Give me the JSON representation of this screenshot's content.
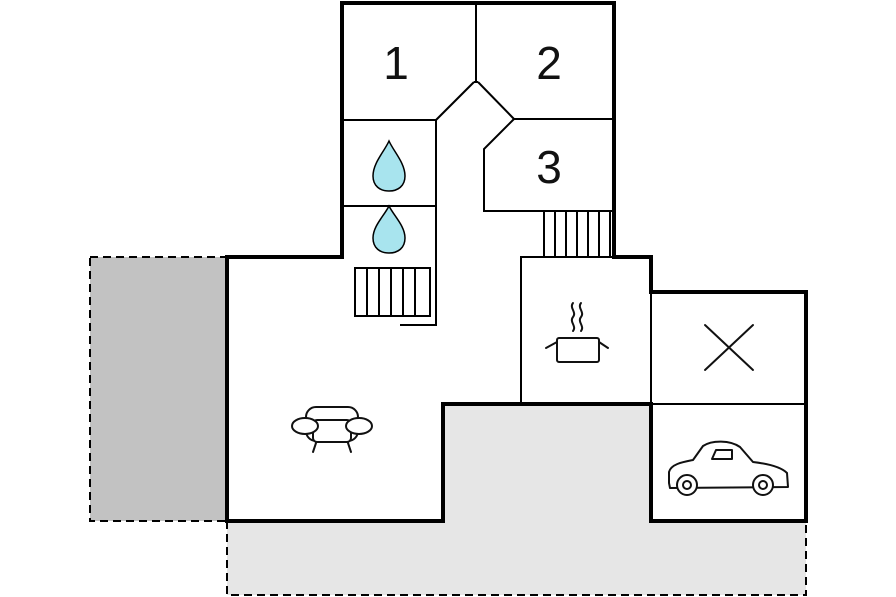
{
  "rooms": {
    "bedroom_1": "1",
    "bedroom_2": "2",
    "bedroom_3": "3"
  },
  "colors": {
    "terrace_dark": "#c2c2c2",
    "terrace_light": "#e6e6e6",
    "water": "#a8e4ee",
    "wall": "#000000"
  },
  "icons": [
    "water-drop-icon",
    "water-drop-icon",
    "stairs-icon",
    "stairs-icon",
    "cooking-pot-icon",
    "cross-icon",
    "sofa-icon",
    "car-icon"
  ]
}
